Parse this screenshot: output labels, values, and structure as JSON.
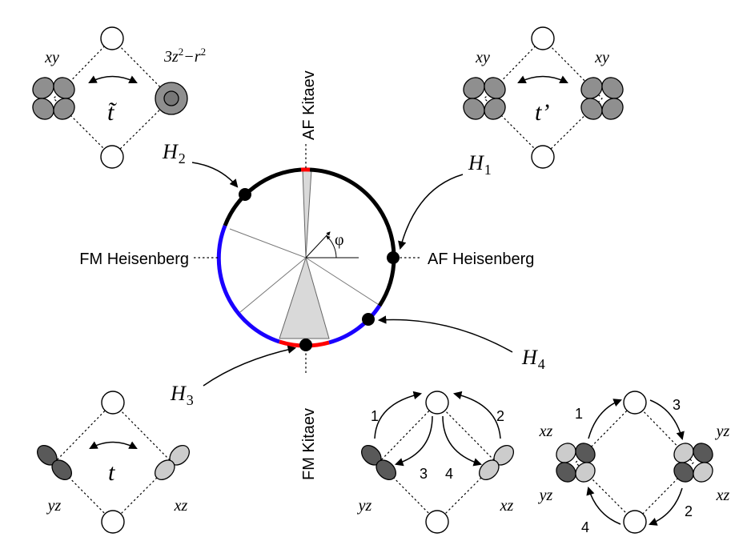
{
  "phase_labels": {
    "af_kitaev_top": "AF Kitaev",
    "fm_kitaev_bottom": "FM Kitaev",
    "fm_heisenberg": "FM Heisenberg",
    "af_heisenberg": "AF Heisenberg",
    "angle": "φ"
  },
  "points": {
    "h1": {
      "main": "H",
      "sub": "1"
    },
    "h2": {
      "main": "H",
      "sub": "2"
    },
    "h3": {
      "main": "H",
      "sub": "3"
    },
    "h4": {
      "main": "H",
      "sub": "4"
    }
  },
  "panels": {
    "top_left": {
      "left_orbital": "xy",
      "right_orbital": "3z",
      "right_sup1": "2",
      "right_mid": "−r",
      "right_sup2": "2",
      "hopping": "t̃"
    },
    "top_right": {
      "left_orbital": "xy",
      "right_orbital": "xy",
      "hopping": "t’"
    },
    "bottom_left": {
      "left_orbital": "yz",
      "right_orbital": "xz",
      "hopping": "t"
    },
    "bottom_middle": {
      "left_orbital": "yz",
      "right_orbital": "xz",
      "steps": [
        "1",
        "2",
        "3",
        "4"
      ]
    },
    "bottom_right": {
      "top_left_orbital": "xz",
      "bottom_left_orbital": "yz",
      "top_right_orbital": "yz",
      "bottom_right_orbital": "xz",
      "steps": [
        "1",
        "2",
        "3",
        "4"
      ]
    }
  },
  "colors": {
    "ring_default": "#000000",
    "ring_kitaev_region": "#ff0000",
    "ring_fm_region": "#1a00ff",
    "sector_fill": "#d9d9d9"
  }
}
